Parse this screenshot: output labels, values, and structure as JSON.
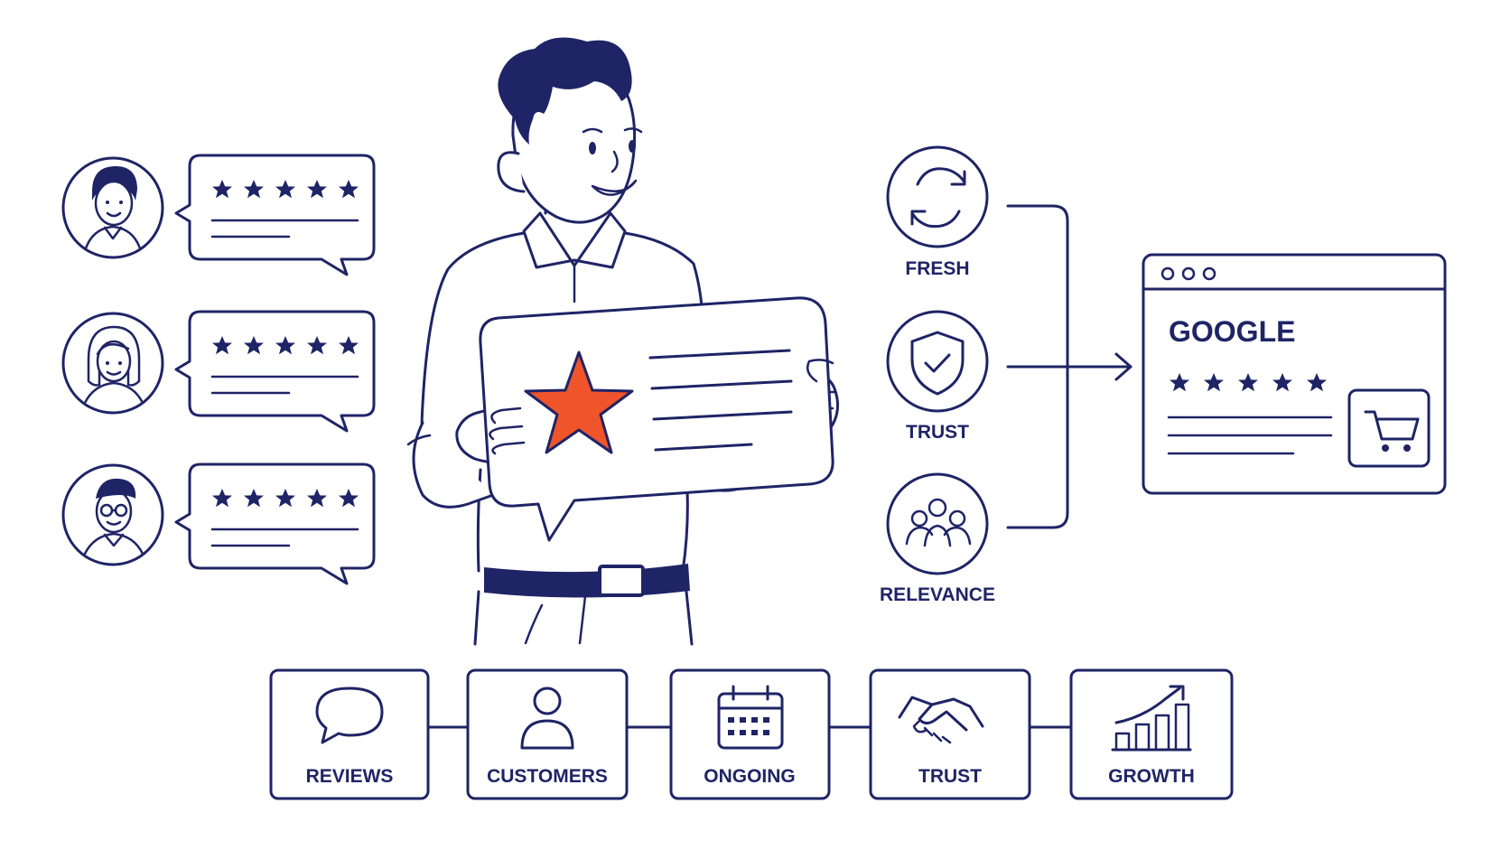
{
  "colors": {
    "ink": "#1f2466",
    "accent": "#f0542a",
    "background": "#ffffff"
  },
  "reviews": [
    {
      "avatar": "man-avatar-icon",
      "stars": 5
    },
    {
      "avatar": "woman-avatar-icon",
      "stars": 5
    },
    {
      "avatar": "glasses-man-avatar-icon",
      "stars": 5
    }
  ],
  "center_card": {
    "icon": "star-icon"
  },
  "factors": [
    {
      "label": "FRESH",
      "icon": "refresh-icon"
    },
    {
      "label": "TRUST",
      "icon": "shield-check-icon"
    },
    {
      "label": "RELEVANCE",
      "icon": "people-icon"
    }
  ],
  "browser": {
    "title": "GOOGLE",
    "stars": 5,
    "icon": "shopping-cart-icon"
  },
  "flow": [
    {
      "label": "REVIEWS",
      "icon": "speech-bubble-icon"
    },
    {
      "label": "CUSTOMERS",
      "icon": "person-icon"
    },
    {
      "label": "ONGOING",
      "icon": "calendar-icon"
    },
    {
      "label": "TRUST",
      "icon": "handshake-icon"
    },
    {
      "label": "GROWTH",
      "icon": "growth-chart-icon"
    }
  ]
}
